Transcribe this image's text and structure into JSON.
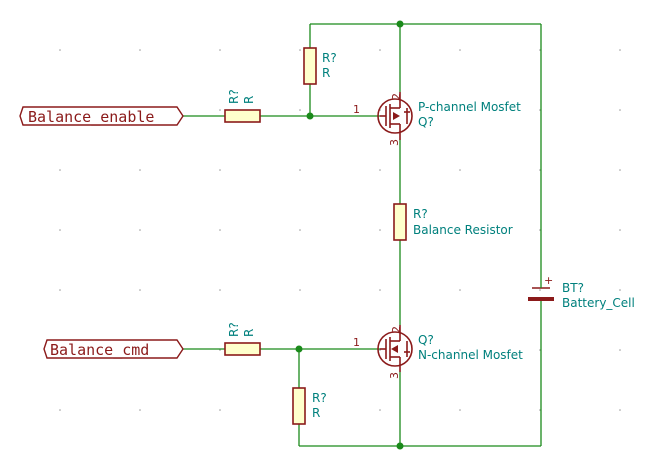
{
  "ports": {
    "balance_enable": "Balance_enable",
    "balance_cmd": "Balance_cmd"
  },
  "resistors": {
    "r_enable_series": {
      "ref": "R?",
      "value": "R"
    },
    "r_enable_pullup": {
      "ref": "R?",
      "value": "R"
    },
    "r_balance": {
      "ref": "R?",
      "value": "Balance Resistor"
    },
    "r_cmd_series": {
      "ref": "R?",
      "value": "R"
    },
    "r_cmd_pulldown": {
      "ref": "R?",
      "value": "R"
    }
  },
  "mosfets": {
    "p_channel": {
      "ref": "Q?",
      "value": "P-channel Mosfet",
      "pins": {
        "gate": "1",
        "drain": "2",
        "source": "3"
      }
    },
    "n_channel": {
      "ref": "Q?",
      "value": "N-channel Mosfet",
      "pins": {
        "gate": "1",
        "drain": "2",
        "source": "3"
      }
    }
  },
  "battery": {
    "ref": "BT?",
    "value": "Battery_Cell",
    "polarity": "+"
  },
  "colors": {
    "wire": "#1b8a1b",
    "symbol": "#8b1a1a",
    "symbol_fill": "#ffffcc",
    "text": "#00807d"
  }
}
